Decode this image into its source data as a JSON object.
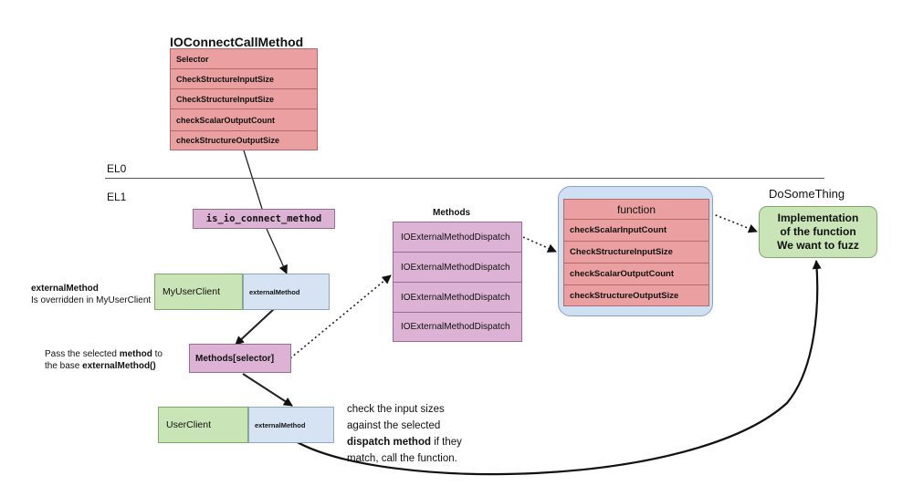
{
  "top": {
    "title": "IOConnectCallMethod",
    "rows": [
      "Selector",
      "CheckStructureInputSize",
      "CheckStructureInputSize",
      "checkScalarOutputCount",
      "checkStructureOutputSize"
    ]
  },
  "levels": {
    "el0": "EL0",
    "el1": "EL1"
  },
  "is_io_connect": "is_io_connect_method",
  "myuserclient": {
    "name": "MyUserClient",
    "method": "externalMethod"
  },
  "external_note": {
    "bold": "externalMethod",
    "rest": "Is overridden in MyUserClient"
  },
  "methods_selector": "Methods[selector]",
  "pass_note": {
    "line1_pre": "Pass the selected ",
    "line1_bold": "method",
    "line1_post": " to",
    "line2_pre": "the base ",
    "line2_bold": "externalMethod()"
  },
  "userclient": {
    "name": "UserClient",
    "method": "externalMethod"
  },
  "check_note": {
    "line1": "check the input sizes",
    "line2": "against the selected",
    "line3_bold": "dispatch method",
    "line3_post": " if they",
    "line4": "match, call the function."
  },
  "methods": {
    "title": "Methods",
    "items": [
      "IOExternalMethodDispatch",
      "IOExternalMethodDispatch",
      "IOExternalMethodDispatch",
      "IOExternalMethodDispatch"
    ]
  },
  "function": {
    "header": "function",
    "rows": [
      "checkScalarInputCount",
      "CheckStructureInputSize",
      "checkScalarOutputCount",
      "checkStructureOutputSize"
    ]
  },
  "dosomething": {
    "title": "DoSomeThing",
    "lines": [
      "Implementation",
      "of the function",
      "We want to fuzz"
    ]
  }
}
